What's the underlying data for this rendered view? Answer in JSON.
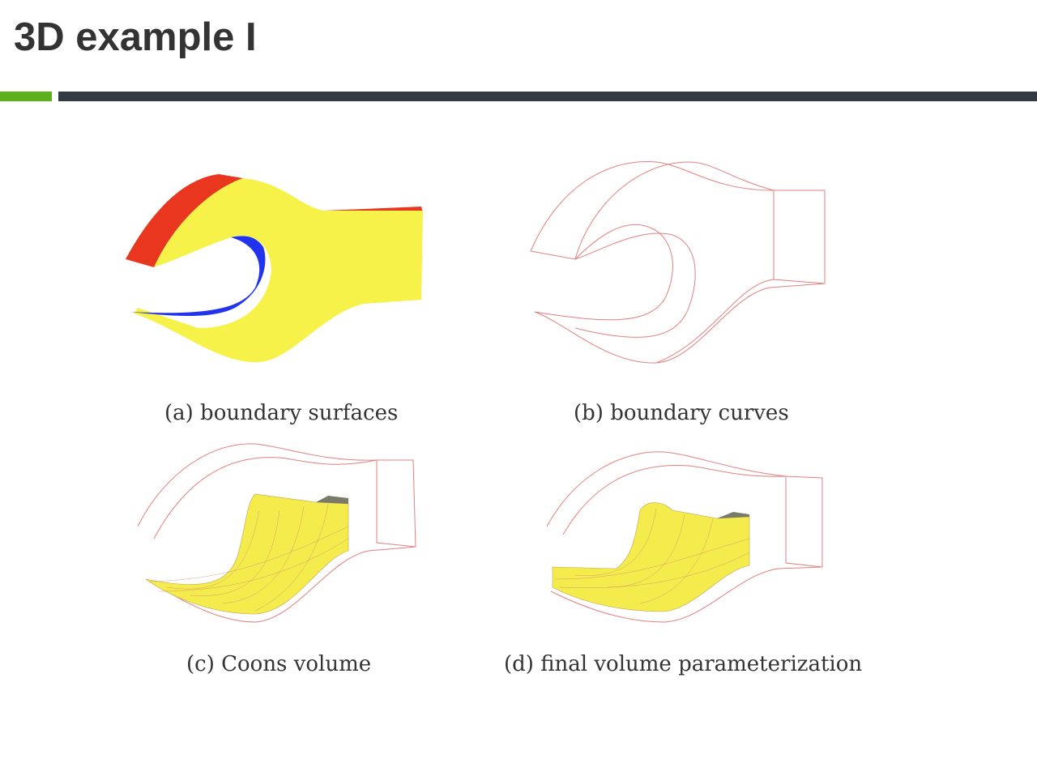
{
  "slide": {
    "title": "3D example I",
    "accent_color": "#5cb01c",
    "bar_color": "#343a44"
  },
  "figures": [
    {
      "caption": "(a) boundary surfaces"
    },
    {
      "caption": "(b) boundary curves"
    },
    {
      "caption": "(c) Coons volume"
    },
    {
      "caption": "(d) final volume parameterization"
    }
  ]
}
